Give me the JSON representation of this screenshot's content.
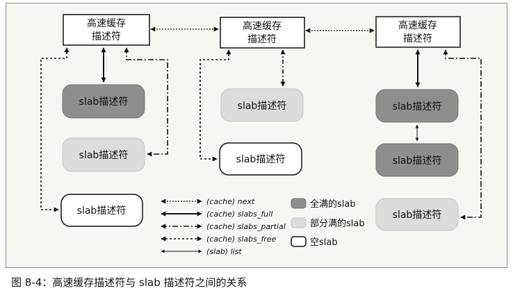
{
  "cache_descriptor_label": "高速缓存\n描述符",
  "slab_descriptor_label": "slab描述符",
  "legend": {
    "next": "(cache) next",
    "slabs_full": "(cache) slabs_full",
    "slabs_partial": "(cache) slabs_partial",
    "slabs_free": "(cache) slabs_free",
    "list": "(slab) list",
    "full_slab": "全满的slab",
    "partial_slab": "部分满的slab",
    "empty_slab": "空slab"
  },
  "caption": "图 8-4：高速缓存描述符与 slab 描述符之间的关系",
  "colors": {
    "full": "#8e8e8e",
    "partial": "#dcdcdc",
    "empty": "#ffffff",
    "frame_bg": "#f6f6f3"
  }
}
